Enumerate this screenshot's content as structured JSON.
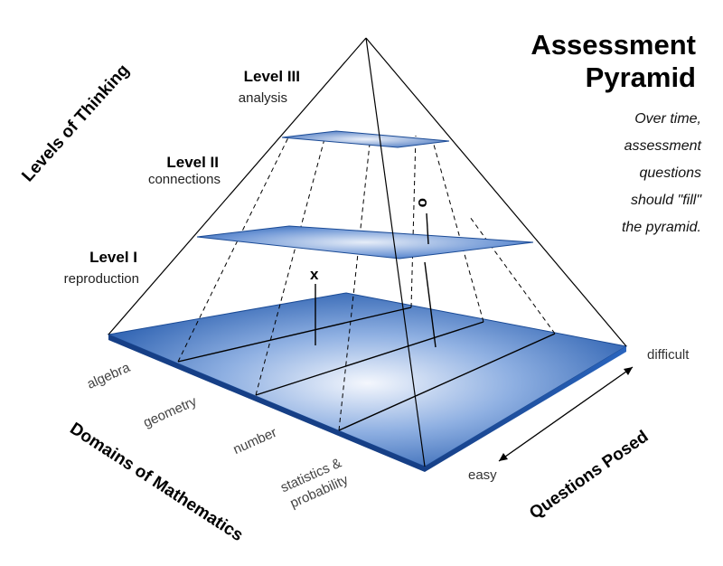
{
  "title": {
    "line1": "Assessment",
    "line2": "Pyramid"
  },
  "note": {
    "lines": [
      "Over time,",
      "assessment",
      "questions",
      "should \"fill\"",
      "the pyramid."
    ]
  },
  "levels": [
    {
      "name": "Level III",
      "desc": "analysis"
    },
    {
      "name": "Level II",
      "desc": "connections"
    },
    {
      "name": "Level I",
      "desc": "reproduction"
    }
  ],
  "axes": {
    "thinking": "Levels of Thinking",
    "domains": "Domains of Mathematics",
    "questions": "Questions Posed"
  },
  "domains": [
    "algebra",
    "geometry",
    "number",
    "statistics &",
    "probability"
  ],
  "difficulty": {
    "hard": "difficult",
    "easy": "easy"
  },
  "markers": {
    "x": "x",
    "o": "o"
  },
  "colors": {
    "blue_dark": "#1e56a8",
    "blue_light": "#e6edf8"
  }
}
